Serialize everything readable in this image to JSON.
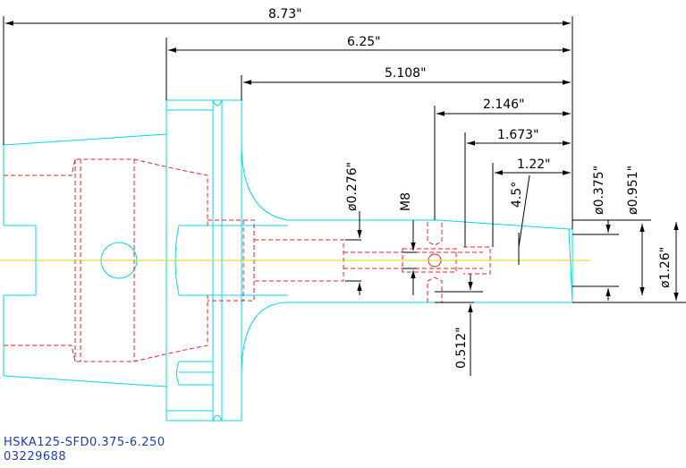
{
  "dimensions": {
    "overall_length": "8.73\"",
    "flange_length": "6.25\"",
    "body_length": "5.108\"",
    "d_2146": "2.146\"",
    "d_1673": "1.673\"",
    "d_122": "1.22\"",
    "angle": "4.5°",
    "dia_0276": "ø0.276\"",
    "thread": "M8",
    "dia_0375": "ø0.375\"",
    "dia_0951": "ø0.951\"",
    "dia_126": "ø1.26\"",
    "d_0512": "0.512\""
  },
  "caption": {
    "part_number": "HSKA125-SFD0.375-6.250",
    "item_number": "03229688"
  },
  "colors": {
    "outline": "#00d8e8",
    "hidden": "#e8202a",
    "centerline": "#e6d600",
    "dimension": "#000000",
    "caption": "#1a3fb3"
  }
}
